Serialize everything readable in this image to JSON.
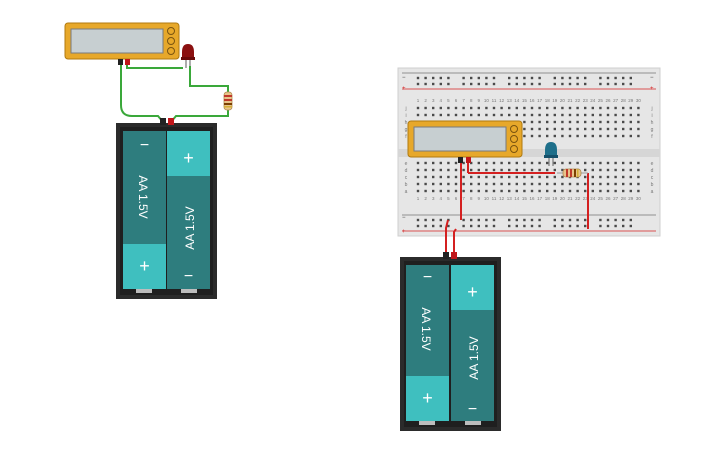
{
  "canvas": {
    "background": "#ffffff",
    "colors": {
      "battery_holder": "#2b2b2b",
      "battery_cell": "#2e7d7e",
      "battery_terminal": "#3fbfbf",
      "multimeter_body": "#e7a82a",
      "multimeter_screen": "#c7cfd1",
      "wire_green": "#3aa83a",
      "wire_red": "#d42020",
      "led_red": "#8b1010",
      "led_blue": "#1e6f8a",
      "breadboard": "#e6e6e6"
    }
  },
  "circuit_left": {
    "components": [
      "multimeter",
      "red-led",
      "resistor",
      "battery-pack-2xAA"
    ],
    "battery": {
      "cells": [
        {
          "label": "AA 1.5V",
          "top_symbol": "−",
          "bottom_symbol": "+"
        },
        {
          "label": "AA 1.5V",
          "top_symbol": "+",
          "bottom_symbol": "−"
        }
      ]
    }
  },
  "circuit_right": {
    "components": [
      "breadboard",
      "multimeter",
      "blue-led",
      "resistor",
      "battery-pack-2xAA"
    ],
    "breadboard": {
      "row_letters_top": [
        "j",
        "i",
        "h",
        "g",
        "f"
      ],
      "row_letters_bottom": [
        "e",
        "d",
        "c",
        "b",
        "a"
      ],
      "columns": 30
    },
    "battery": {
      "cells": [
        {
          "label": "AA 1.5V",
          "top_symbol": "−",
          "bottom_symbol": "+"
        },
        {
          "label": "AA 1.5V",
          "top_symbol": "+",
          "bottom_symbol": "−"
        }
      ]
    }
  }
}
